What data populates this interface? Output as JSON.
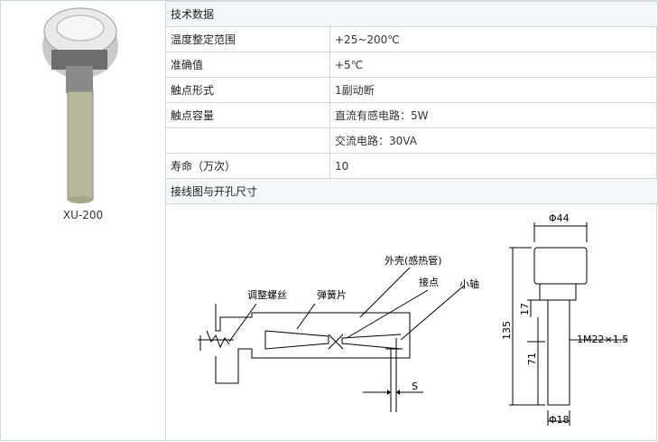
{
  "product": {
    "model": "XU-200"
  },
  "spec": {
    "section_title": "技术数据",
    "rows": [
      {
        "label": "温度整定范围",
        "value": "+25~200℃"
      },
      {
        "label": "准确值",
        "value": "+5℃"
      },
      {
        "label": "触点形式",
        "value": "1副动断"
      },
      {
        "label": "触点容量",
        "value": "直流有感电路：5W"
      },
      {
        "label": "",
        "value": "交流电路：30VA"
      },
      {
        "label": "寿命（万次）",
        "value": "10"
      }
    ],
    "diagram_title": "接线图与开孔尺寸"
  },
  "diagram": {
    "labels": {
      "shell": "外壳(感热管)",
      "screw": "调整螺丝",
      "spring": "弹簧片",
      "contact": "接点",
      "axis": "小轴",
      "gap": "S"
    },
    "dims": {
      "top_width": "Φ44",
      "thread": "1M22×1.5",
      "bottom_dia": "Φ18",
      "total_len": "135",
      "upper_len": "17",
      "lower_len": "71"
    }
  }
}
